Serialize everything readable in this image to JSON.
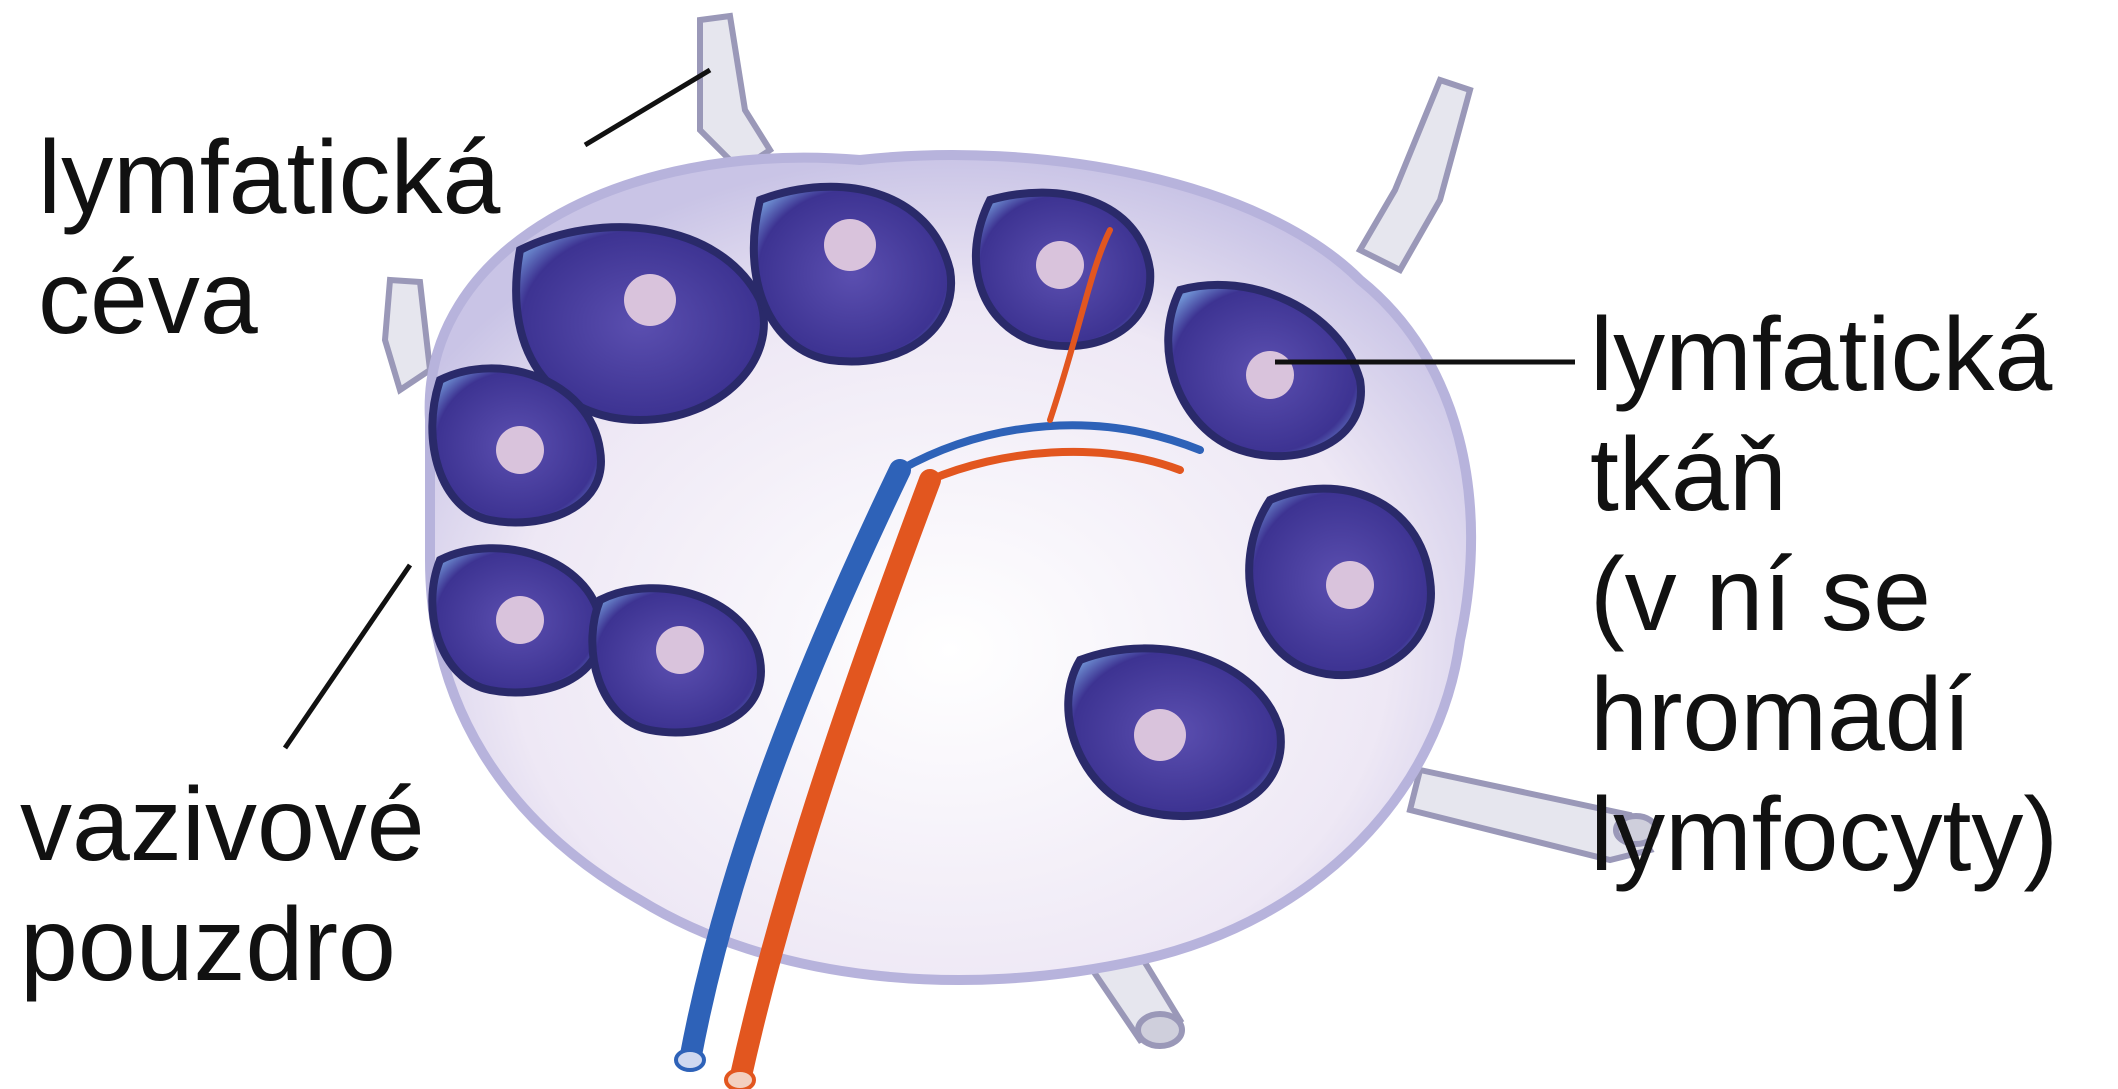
{
  "labels": {
    "vessel": [
      "lymfatická",
      "céva"
    ],
    "tissue": [
      "lymfatická",
      "tkáň",
      "(v ní se",
      "hromadí",
      "lymfocyty)"
    ],
    "capsule": [
      "vazivové",
      "pouzdro"
    ]
  },
  "colors": {
    "capsule_fill": "#ece6f2",
    "capsule_outer": "#b7b3dc",
    "lobule_dark": "#4a3fa0",
    "lobule_blue": "#6f93d4",
    "germinal_center": "#d9c3dc",
    "artery": "#e2561f",
    "vein": "#2e62b8",
    "lymph_vessel": "#e4e4ec",
    "leader_line": "#111111"
  },
  "icons": [
    "lymph-node-illustration"
  ]
}
